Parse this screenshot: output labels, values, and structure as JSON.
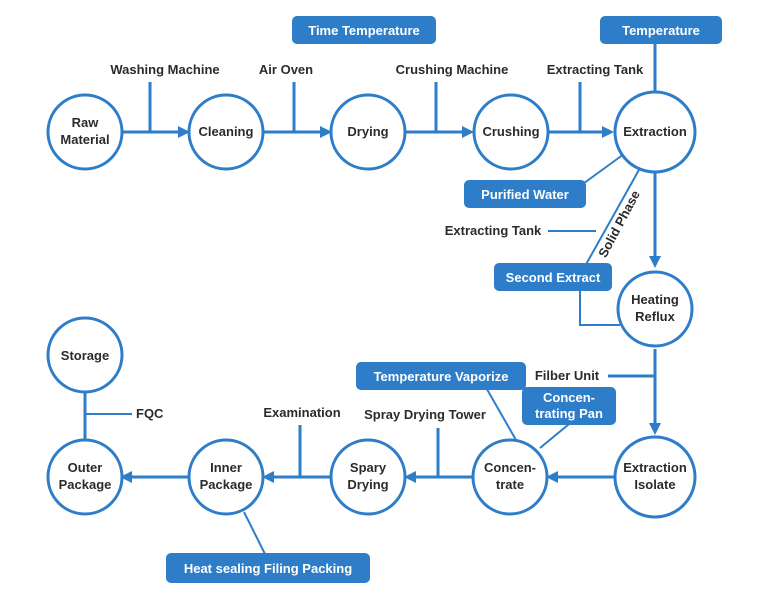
{
  "nodes": {
    "raw_material": [
      "Raw",
      "Material"
    ],
    "cleaning": [
      "Cleaning"
    ],
    "drying": [
      "Drying"
    ],
    "crushing": [
      "Crushing"
    ],
    "extraction": [
      "Extraction"
    ],
    "heating_reflux": [
      "Heating",
      "Reflux"
    ],
    "extraction_isolate": [
      "Extraction",
      "Isolate"
    ],
    "concentrate": [
      "Concen-",
      "trate"
    ],
    "spary_drying": [
      "Spary",
      "Drying"
    ],
    "inner_package": [
      "Inner",
      "Package"
    ],
    "outer_package": [
      "Outer",
      "Package"
    ],
    "storage": [
      "Storage"
    ]
  },
  "labels": {
    "washing_machine": "Washing Machine",
    "air_oven": "Air Oven",
    "crushing_machine": "Crushing Machine",
    "extracting_tank_top": "Extracting Tank",
    "extracting_tank_mid": "Extracting Tank",
    "solid_phase": "Solid Phase",
    "fiber_unit": "Filber Unit",
    "spray_drying_tower": "Spray Drying Tower",
    "examination": "Examination",
    "fqc": "FQC"
  },
  "tags": {
    "time_temperature": "Time Temperature",
    "temperature": "Temperature",
    "purified_water": "Purified Water",
    "second_extract": "Second Extract",
    "temperature_vaporize": "Temperature Vaporize",
    "concentrating_pan": [
      "Concen-",
      "trating Pan"
    ],
    "heat_sealing": "Heat sealing Filing Packing"
  },
  "colors": {
    "accent": "#2e7dc9",
    "text": "#2b2b2b",
    "background": "#ffffff"
  }
}
